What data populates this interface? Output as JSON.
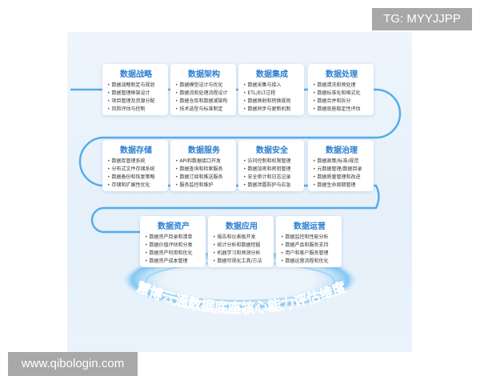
{
  "watermarks": {
    "top_right": "TG: MYYJJPP",
    "bottom_left": "www.qibologin.com"
  },
  "title": "慧博云通数据底座核心能力评估维度",
  "colors": {
    "accent": "#2b7fd0",
    "title": "#2a55c8",
    "flow": "#3aa0e8"
  },
  "cards": [
    {
      "title": "数据战略",
      "items": [
        "数据战略制定与规划",
        "数据管理框架设计",
        "项目管理及资源分配",
        "风险评估与控制"
      ]
    },
    {
      "title": "数据架构",
      "items": [
        "数据模型设计与优化",
        "数据流和处理流程设计",
        "数据仓库和数据湖架构",
        "技术选型与标准制定"
      ]
    },
    {
      "title": "数据集成",
      "items": [
        "数据采集与接入",
        "ETL/ELT过程",
        "数据映射和转换规则",
        "数据同步与更新机制"
      ]
    },
    {
      "title": "数据处理",
      "items": [
        "数据清洗和预处理",
        "数据标准化和格式化",
        "数据合并和拆分",
        "数据底座稳定性评估"
      ]
    },
    {
      "title": "数据存储",
      "items": [
        "数据库管理系统",
        "分布式文件存储系统",
        "数据备份和恢复策略",
        "存储和扩展性优化"
      ]
    },
    {
      "title": "数据服务",
      "items": [
        "API和数据接口开发",
        "数据查询和检索服务",
        "数据订阅和推送服务",
        "服务监控和维护"
      ]
    },
    {
      "title": "数据安全",
      "items": [
        "访问控制和权限管理",
        "数据加密和密钥管理",
        "安全审计和日志记录",
        "数据泄露防护与应急"
      ]
    },
    {
      "title": "数据治理",
      "items": [
        "数据政策/标准/规范",
        "元数据管理/数据目录",
        "数据质量管理和改进",
        "数据生命周期管理"
      ]
    },
    {
      "title": "数据资产",
      "items": [
        "数据资产目录和清单",
        "数据价值评估和分类",
        "数据资产利用和优化",
        "数据资产成本管理"
      ]
    },
    {
      "title": "数据应用",
      "items": [
        "报告和仪表板开发",
        "统计分析和数据挖掘",
        "机器学习和预测分析",
        "数据可视化工具/方法"
      ]
    },
    {
      "title": "数据运营",
      "items": [
        "数据监控和性能分析",
        "数据产品和服务支持",
        "用户和客户服务管理",
        "数据运营流程和优化"
      ]
    }
  ]
}
